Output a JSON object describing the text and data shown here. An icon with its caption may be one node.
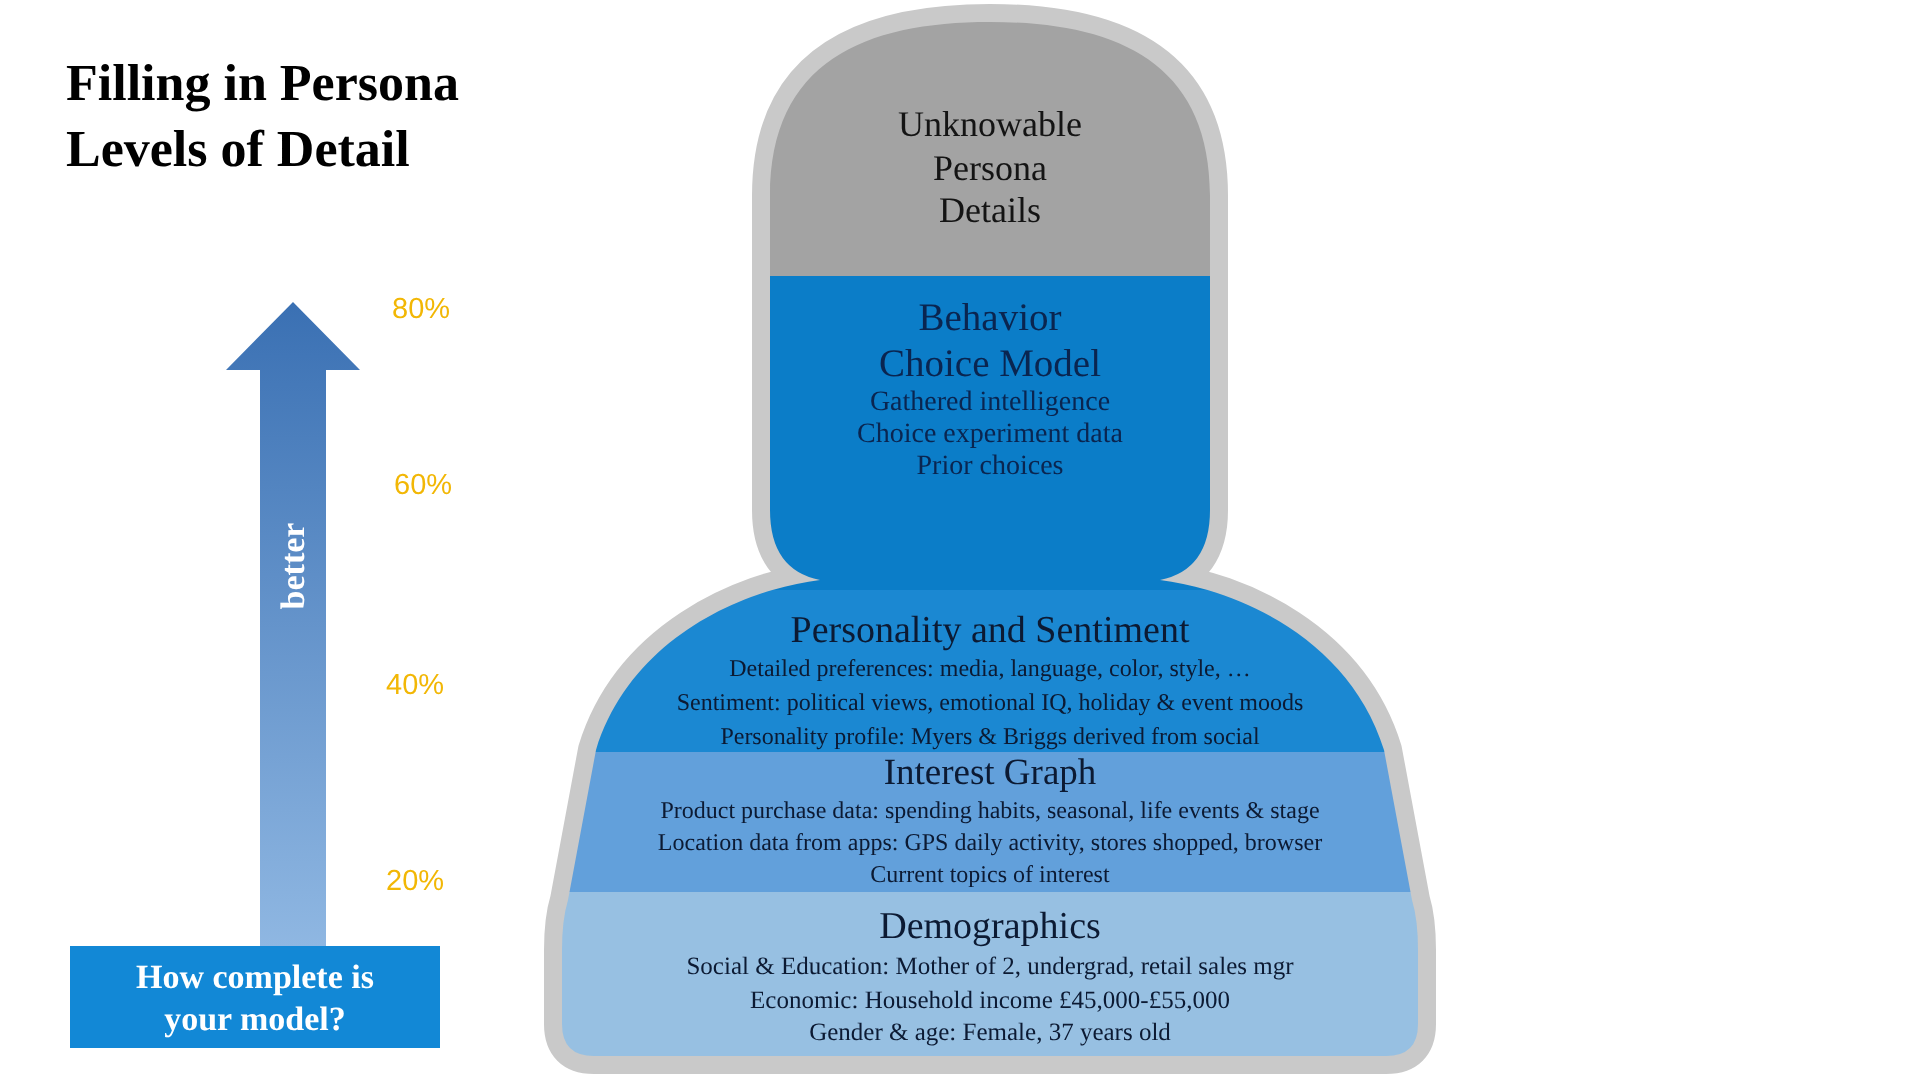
{
  "diagram": {
    "title": "Filling in Persona Levels of Detail",
    "nodes": [
      {
        "text": [
          "Unknowable Persona Details"
        ]
      },
      {
        "text": [
          "Behavior Choice Model",
          "Gathered intelligence",
          "Choice experiment data",
          "Prior choices"
        ]
      },
      {
        "text": [
          "Personality and Sentiment",
          "Detailed preferences: media, language, color, style, …",
          "Sentiment: political views, emotional IQ, holiday & event moods",
          "Personality profile: Myers & Briggs derived from social"
        ]
      },
      {
        "text": [
          "Interest Graph",
          "Product purchase data: spending habits, seasonal, life events & stage",
          "Location data from apps: GPS daily activity, stores shopped, browser",
          "Current topics of interest"
        ]
      },
      {
        "text": [
          "Demographics",
          "Social & Education: Mother of 2, undergrad, retail sales mgr",
          "Economic: Household income £45,000-£55,000",
          "Gender & age: Female, 37 years old"
        ]
      },
      {
        "text": [
          "How complete is your model?"
        ]
      }
    ],
    "labels": [
      "80%",
      "60%",
      "better",
      "40%",
      "20%"
    ]
  }
}
